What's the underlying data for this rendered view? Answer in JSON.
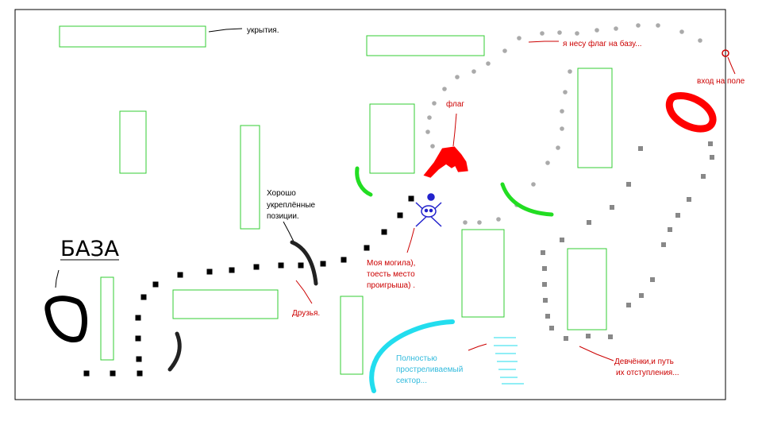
{
  "labels": {
    "cover": "укрытия.",
    "carry_flag": "я несу флаг на базу...",
    "field_entry": "вход на поле",
    "flag": "флаг",
    "fortified": [
      "Хорошо",
      "укреплённые",
      "позиции."
    ],
    "my_grave": [
      "Моя могила),",
      "тоесть место",
      "проигрыша) ."
    ],
    "friends": "Друзья.",
    "open_sector": [
      "Полностью",
      "простреливаемый",
      "сектор..."
    ],
    "girls": [
      "Девчёнки,и путь",
      "их отступления..."
    ],
    "base": "БАЗА"
  },
  "colors": {
    "cover_box": "#33cc33",
    "red_text": "#cc0000",
    "blue_text": "#33bbdd",
    "black": "#000000",
    "grey_dot": "#aaaaaa",
    "dark_grey_square": "#888888",
    "flag_red": "#ff0000",
    "friend_green": "#22dd22",
    "cyan": "#22ddee",
    "skull_blue": "#2222cc"
  }
}
